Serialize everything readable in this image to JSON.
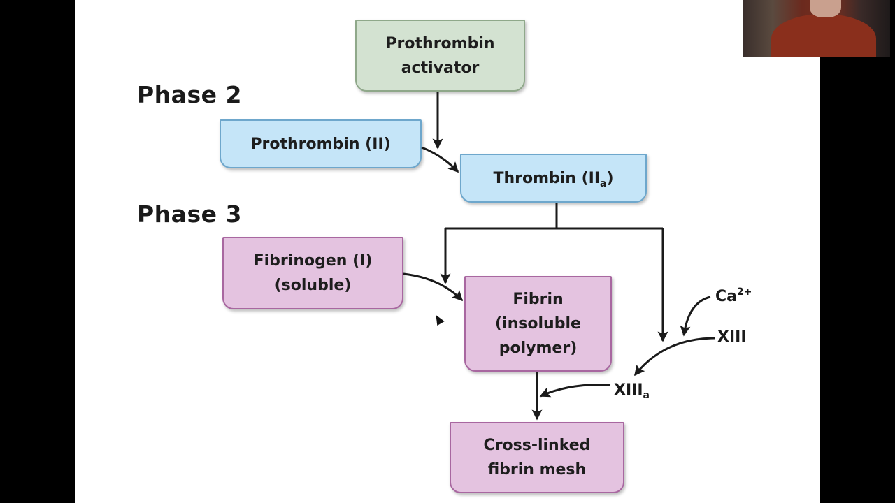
{
  "slide": {
    "phases": [
      {
        "label": "Phase 2"
      },
      {
        "label": "Phase 3"
      }
    ],
    "nodes": {
      "prothrombin_activator": {
        "line1": "Prothrombin",
        "line2": "activator",
        "color": "#d3e2d1"
      },
      "prothrombin": {
        "text": "Prothrombin (II)",
        "color": "#c5e5f8"
      },
      "thrombin": {
        "text": "Thrombin (II",
        "sub": "a",
        "close": ")",
        "color": "#c5e5f8"
      },
      "fibrinogen": {
        "line1": "Fibrinogen (I)",
        "line2": "(soluble)",
        "color": "#e4c3e0"
      },
      "fibrin": {
        "line1": "Fibrin",
        "line2": "(insoluble",
        "line3": "polymer)",
        "color": "#e4c3e0"
      },
      "crosslinked": {
        "line1": "Cross-linked",
        "line2": "fibrin mesh",
        "color": "#e4c3e0"
      }
    },
    "labels": {
      "calcium": {
        "text": "Ca",
        "sup": "2+"
      },
      "factor_xiii": {
        "text": "XIII"
      },
      "factor_xiiia": {
        "text": "XIII",
        "sub": "a"
      }
    }
  }
}
